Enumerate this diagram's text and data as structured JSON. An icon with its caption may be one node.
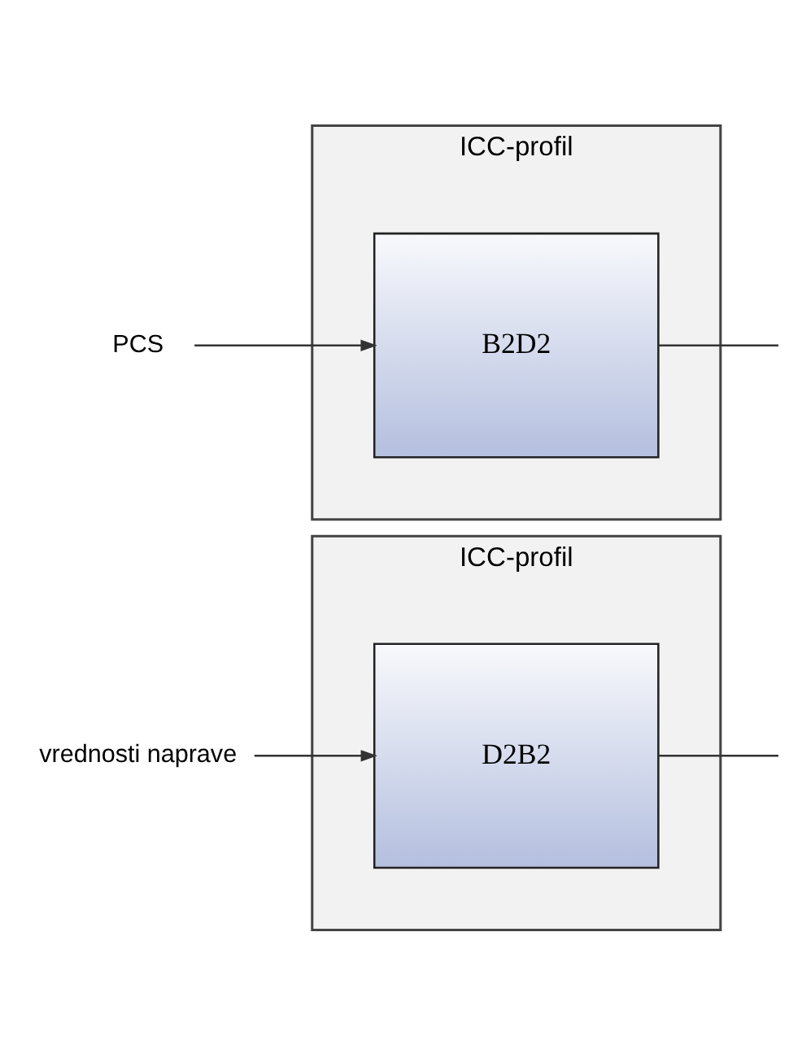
{
  "diagram": {
    "nodes": [
      {
        "text": [
          "ICC-profil"
        ]
      },
      {
        "text": [
          "D2B2"
        ],
        "in": 0
      },
      {
        "text": [
          "vrednosti naprave"
        ]
      },
      {
        "text": [
          "ICC-profil"
        ]
      },
      {
        "text": [
          "B2D2"
        ],
        "in": 3
      },
      {
        "text": [
          "PCS"
        ]
      }
    ],
    "edges": [
      {
        "from": 2,
        "to": 1,
        "arrow": "to"
      },
      {
        "from": 1,
        "to": null,
        "arrow": "none"
      },
      {
        "from": 5,
        "to": 4,
        "arrow": "to"
      },
      {
        "from": 4,
        "to": null,
        "arrow": "none"
      }
    ]
  }
}
